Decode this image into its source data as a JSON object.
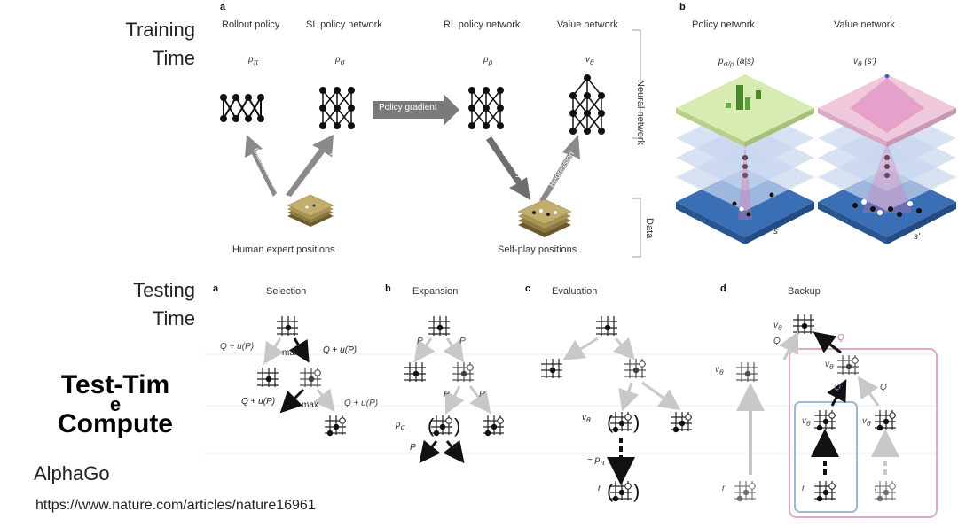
{
  "side": {
    "training": [
      "Training",
      "Time"
    ],
    "testing": [
      "Testing",
      "Time"
    ]
  },
  "training": {
    "panel_a": "a",
    "panel_b": "b",
    "headers": [
      "Rollout policy",
      "SL policy network",
      "RL policy network",
      "Value network"
    ],
    "symbols": [
      "p",
      "p",
      "p",
      "v"
    ],
    "subscripts": [
      "π",
      "σ",
      "ρ",
      "θ"
    ],
    "policy_gradient": "Policy gradient",
    "classification": "Classification",
    "self_play": "Self Play",
    "regression": "Regression",
    "human_positions": "Human expert positions",
    "selfplay_positions": "Self-play positions",
    "neural_network": "Neural network",
    "data": "Data",
    "b_headers": [
      "Policy network",
      "Value network"
    ],
    "b_left_formula": "p",
    "b_left_sub": "σ/ρ",
    "b_left_arg": "(a|s)",
    "b_right_formula": "v",
    "b_right_sub": "θ",
    "b_right_arg": "(s′)",
    "s_label": "s",
    "s2_label": "s′"
  },
  "testing": {
    "panels": [
      "a",
      "b",
      "c",
      "d"
    ],
    "titles": [
      "Selection",
      "Expansion",
      "Evaluation",
      "Backup"
    ],
    "qu": "Q + u(P)",
    "max": "max",
    "p": "P",
    "q": "Q",
    "rollout": "~ p",
    "rollout_sub": "π",
    "r": "r",
    "v": "v",
    "v_sub": "θ",
    "p_sigma": "p",
    "p_sigma_sub": "σ"
  },
  "left": {
    "title_lines": [
      "Test-Tim",
      "e",
      "Compute"
    ],
    "subtitle": "AlphaGo",
    "url": "https://www.nature.com/articles/nature16961"
  }
}
